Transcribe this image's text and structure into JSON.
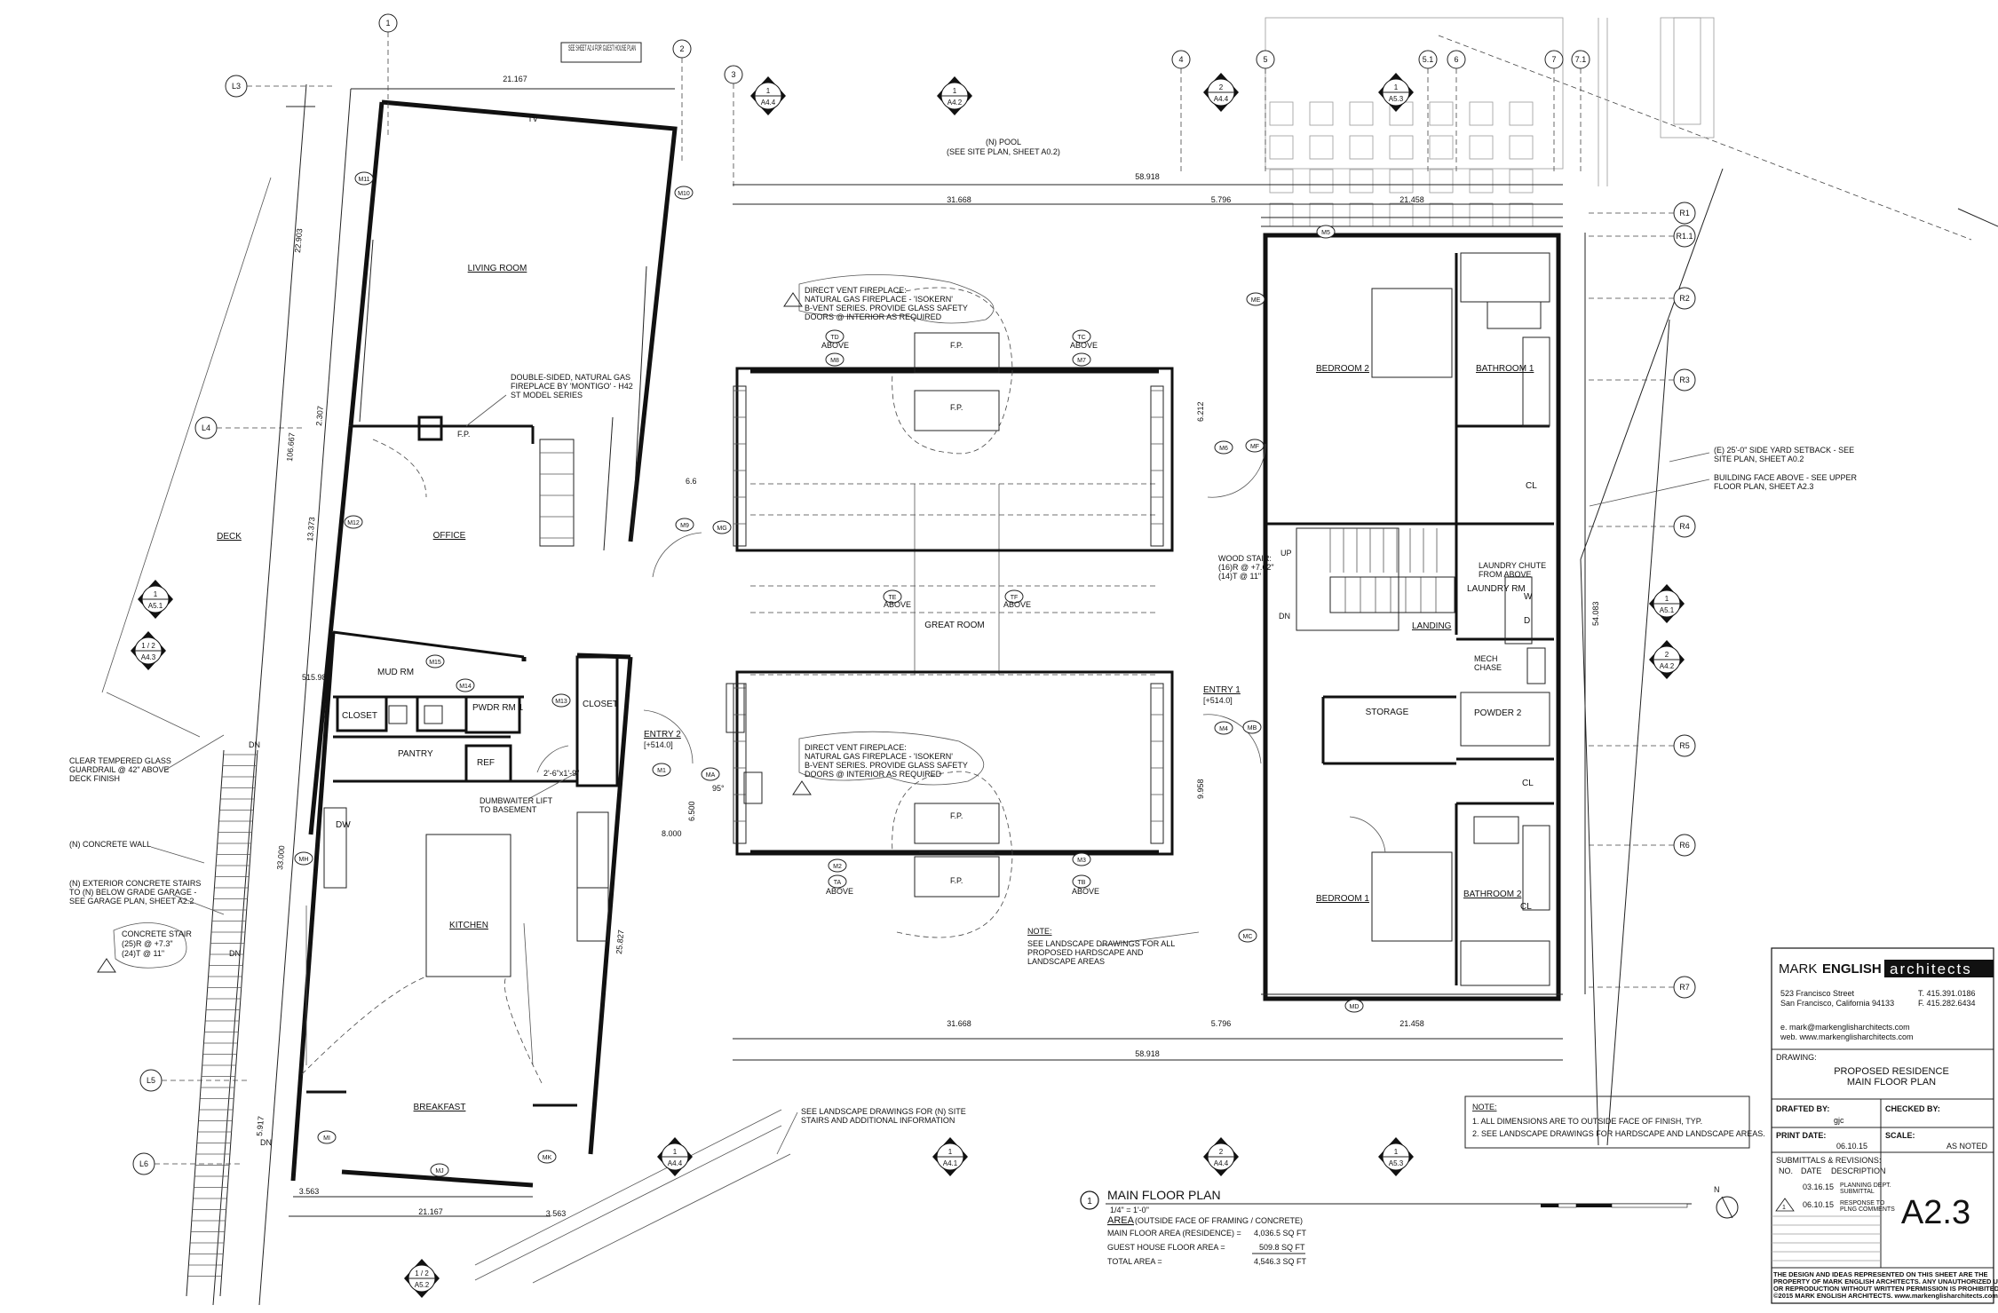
{
  "rooms": {
    "living_room": "LIVING ROOM",
    "office": "OFFICE",
    "deck": "DECK",
    "mud_rm": "MUD RM",
    "closet_a": "CLOSET",
    "closet_b": "CLOSET",
    "pwdr_rm": "PWDR RM 1",
    "pantry": "PANTRY",
    "ref": "REF",
    "dw": "DW",
    "kitchen": "KITCHEN",
    "breakfast": "BREAKFAST",
    "great_room": "GREAT ROOM",
    "bedroom_2": "BEDROOM 2",
    "bathroom_1": "BATHROOM 1",
    "cl_1": "CL",
    "cl_2": "CL",
    "cl_3": "CL",
    "laundry": "LAUNDRY RM",
    "w": "W",
    "d": "D",
    "landing": "LANDING",
    "storage": "STORAGE",
    "powder_2": "POWDER 2",
    "bedroom_1": "BEDROOM 1",
    "bathroom_2": "BATHROOM 2",
    "entry_1": "ENTRY 1",
    "entry_2": "ENTRY 2",
    "tv": "TV",
    "fp": "F.P.",
    "up": "UP",
    "dn": "DN"
  },
  "notes": {
    "guest_house": "SEE SHEET A2.4 FOR GUEST HOUSE PLAN",
    "pool_1": "(N) POOL",
    "pool_2": "(SEE SITE PLAN, SHEET A0.2)",
    "fireplace_top_1": "DIRECT VENT FIREPLACE:",
    "fireplace_top_2": "NATURAL GAS FIREPLACE - 'ISOKERN'",
    "fireplace_top_3": "B-VENT SERIES.  PROVIDE GLASS SAFETY",
    "fireplace_top_4": "DOORS @ INTERIOR AS REQUIRED",
    "double_sided_1": "DOUBLE-SIDED, NATURAL GAS",
    "double_sided_2": "FIREPLACE BY 'MONTIGO' - H42",
    "double_sided_3": "ST MODEL SERIES",
    "wood_stair_1": "WOOD STAIR:",
    "wood_stair_2": "(16)R @ +7.62\"",
    "wood_stair_3": "(14)T @ 11\"",
    "laundry_chute_1": "LAUNDRY CHUTE",
    "laundry_chute_2": "FROM ABOVE",
    "mech_chase_1": "MECH",
    "mech_chase_2": "CHASE",
    "setback_1": "(E) 25'-0\" SIDE YARD SETBACK - SEE",
    "setback_2": "SITE PLAN, SHEET A0.2",
    "building_face_1": "BUILDING FACE ABOVE - SEE UPPER",
    "building_face_2": "FLOOR PLAN, SHEET A2.3",
    "glass_1": "CLEAR TEMPERED GLASS",
    "glass_2": "GUARDRAIL @ 42\" ABOVE",
    "glass_3": "DECK FINISH",
    "concrete_wall": "(N) CONCRETE WALL",
    "ext_stairs_1": "(N) EXTERIOR CONCRETE STAIRS",
    "ext_stairs_2": "TO (N) BELOW GRADE GARAGE -",
    "ext_stairs_3": "SEE GARAGE PLAN, SHEET A2.2",
    "concrete_stair_1": "CONCRETE STAIR",
    "concrete_stair_2": "(25)R @ +7.3\"",
    "concrete_stair_3": "(24)T @ 11\"",
    "dumbwaiter_1": "DUMBWAITER LIFT",
    "dumbwaiter_2": "TO BASEMENT",
    "dumbwaiter_size": "2'-6\"x1'-9\"",
    "landscape_note_title": "NOTE:",
    "landscape_note_1": "SEE LANDSCAPE DRAWINGS FOR ALL",
    "landscape_note_2": "PROPOSED HARDSCAPE AND",
    "landscape_note_3": "LANDSCAPE AREAS",
    "site_stairs_1": "SEE LANDSCAPE DRAWINGS FOR (N) SITE",
    "site_stairs_2": "STAIRS AND ADDITIONAL INFORMATION",
    "elev_entry_1": "[+514.0]",
    "elev_entry_2": "[+514.0]",
    "elev_mud": "515.98'",
    "above": "ABOVE",
    "angle": "95°"
  },
  "dimensions": {
    "top_living": "21.167",
    "top_total": "58.918",
    "top_a": "31.668",
    "top_b": "5.796",
    "top_c": "21.458",
    "bot_a": "31.668",
    "bot_b": "5.796",
    "bot_c": "21.458",
    "bot_total": "58.918",
    "bot_living": "21.167",
    "bot_left": "3.563",
    "bot_right": "3.563",
    "left_1": "22.903",
    "left_2": "106.667",
    "left_3": "2.307",
    "left_4": "13.373",
    "left_5": "33.000",
    "left_6": "5.917",
    "kitchen_side": "25.827",
    "right_total": "54.083",
    "great_a": "6.212",
    "great_b": "9.958",
    "great_c": "6.6",
    "great_d": "6.500",
    "great_e": "8.000"
  },
  "grid_col": [
    "1",
    "2",
    "3",
    "4",
    "5",
    "5.1",
    "6",
    "7",
    "7.1"
  ],
  "grid_row": [
    "L3",
    "L4",
    "L5",
    "L6",
    "R1",
    "R1.1",
    "R2",
    "R3",
    "R4",
    "R5",
    "R6",
    "R7"
  ],
  "tags": [
    "M1",
    "M2",
    "M3",
    "M4",
    "M5",
    "M6",
    "M7",
    "M8",
    "M9",
    "M10",
    "M11",
    "M12",
    "M13",
    "M14",
    "M15",
    "MA",
    "MB",
    "MC",
    "MD",
    "ME",
    "MF",
    "MG",
    "MH",
    "MI",
    "MJ",
    "MK",
    "TA",
    "TB",
    "TC",
    "TD",
    "TE",
    "TF"
  ],
  "sections": {
    "a44_top": {
      "num": "1",
      "sheet": "A4.4"
    },
    "a42_top": {
      "num": "1",
      "sheet": "A4.2"
    },
    "a44_top2": {
      "num": "2",
      "sheet": "A4.4"
    },
    "a53_top": {
      "num": "1",
      "sheet": "A5.3"
    },
    "a51_left": {
      "num": "1",
      "sheet": "A5.1"
    },
    "a43_left": {
      "num": "1 / 2",
      "sheet": "A4.3"
    },
    "a51_right": {
      "num": "1",
      "sheet": "A5.1"
    },
    "a42_right": {
      "num": "2",
      "sheet": "A4.2"
    },
    "a44_bot": {
      "num": "1",
      "sheet": "A4.4"
    },
    "a41_bot": {
      "num": "1",
      "sheet": "A4.1"
    },
    "a44_bot2": {
      "num": "2",
      "sheet": "A4.4"
    },
    "a53_bot": {
      "num": "1",
      "sheet": "A5.3"
    },
    "a52_bot": {
      "num": "1 / 2",
      "sheet": "A5.2"
    }
  },
  "plan_title": {
    "num": "1",
    "title": "MAIN FLOOR PLAN",
    "scale": "1/4\" = 1'-0\"",
    "area_label": "AREA",
    "area_sub": "(OUTSIDE FACE OF FRAMING / CONCRETE)",
    "rows": [
      {
        "label": "MAIN FLOOR AREA (RESIDENCE) =",
        "value": "4,036.5 SQ FT"
      },
      {
        "label": "GUEST HOUSE FLOOR AREA =",
        "value": "509.8 SQ FT"
      },
      {
        "label": "TOTAL AREA =",
        "value": "4,546.3 SQ FT"
      }
    ],
    "north": "N"
  },
  "general_notes": {
    "title": "NOTE:",
    "n1": "1.   ALL DIMENSIONS ARE TO OUTSIDE FACE OF FINISH, TYP.",
    "n2": "2.   SEE LANDSCAPE DRAWINGS FOR HARDSCAPE AND LANDSCAPE AREAS."
  },
  "title_block": {
    "firm_a": "MARK ",
    "firm_b": "ENGLISH",
    "firm_c": "architects",
    "addr1": "523 Francisco Street",
    "addr2": "San Francisco, California  94133",
    "tel": "T.  415.391.0186",
    "fax": "F.  415.282.6434",
    "email": "e.  mark@markenglisharchitects.com",
    "web": "web.  www.markenglisharchitects.com",
    "drawing_label": "DRAWING:",
    "project": "PROPOSED RESIDENCE",
    "sheet_title": "MAIN FLOOR PLAN",
    "drafted_label": "DRAFTED BY:",
    "drafted": "gjc",
    "checked_label": "CHECKED BY:",
    "print_label": "PRINT DATE:",
    "print_date": "06.10.15",
    "scale_label": "SCALE:",
    "scale": "AS NOTED",
    "submittals_label": "SUBMITTALS & REVISIONS:",
    "col_no": "NO.",
    "col_date": "DATE",
    "col_desc": "DESCRIPTION",
    "rev1_date": "03.16.15",
    "rev1_desc_1": "PLANNING DEPT.",
    "rev1_desc_2": "SUBMITTAL",
    "rev2_no": "1",
    "rev2_date": "06.10.15",
    "rev2_desc_1": "RESPONSE TO",
    "rev2_desc_2": "PLNG COMMENTS",
    "sheet_number": "A2.3",
    "copy1": "THE DESIGN AND IDEAS REPRESENTED ON THIS SHEET ARE THE",
    "copy2": "PROPERTY OF MARK ENGLISH ARCHITECTS.  ANY UNAUTHORIZED USE",
    "copy3": "OR REPRODUCTION WITHOUT WRITTEN PERMISSION IS PROHIBITED.",
    "copy4": "©2015 MARK ENGLISH ARCHITECTS.  www.markenglisharchitects.com"
  }
}
